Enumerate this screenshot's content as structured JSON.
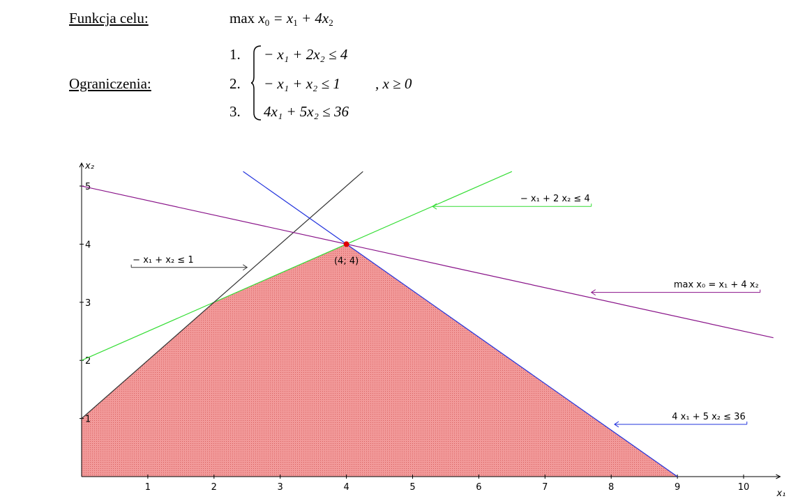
{
  "header": {
    "objective_label": "Funkcja celu:",
    "objective": {
      "prefix": "max",
      "x0": "x",
      "x0_sub": "0",
      "rhs": "= x",
      "rhs_sub1": "1",
      "plus": "+ 4x",
      "rhs_sub2": "2"
    },
    "constraints_label": "Ograniczenia:",
    "constraints": [
      {
        "num": "1.",
        "text": "− x₁ + 2x₂ ≤ 4"
      },
      {
        "num": "2.",
        "text": "− x₁ + x₂ ≤ 1"
      },
      {
        "num": "3.",
        "text": "4x₁ + 5x₂ ≤ 36"
      }
    ],
    "nonneg": ", x ≥ 0"
  },
  "chart_data": {
    "type": "line",
    "xlabel": "x₁",
    "ylabel": "x₂",
    "xlim": [
      0,
      10.5
    ],
    "ylim": [
      0,
      5.3
    ],
    "x_ticks": [
      1,
      2,
      3,
      4,
      5,
      6,
      7,
      8,
      9,
      10
    ],
    "y_ticks": [
      1,
      2,
      3,
      4,
      5
    ],
    "lines": [
      {
        "name": "− x₁ + 2 x₂ ≤ 4",
        "color": "#33dd33",
        "points": [
          [
            0,
            2
          ],
          [
            6.5,
            5.25
          ]
        ]
      },
      {
        "name": "− x₁ + x₂ ≤ 1",
        "color": "#333333",
        "points": [
          [
            0,
            1
          ],
          [
            4.25,
            5.25
          ]
        ]
      },
      {
        "name": "4 x₁ + 5 x₂ ≤ 36",
        "color": "#2233dd",
        "points": [
          [
            2.44,
            5.25
          ],
          [
            9,
            0
          ]
        ]
      },
      {
        "name": "max x₀ = x₁ + 4 x₂",
        "color": "#881188",
        "points": [
          [
            0,
            5
          ],
          [
            10.45,
            2.39
          ]
        ]
      }
    ],
    "feasible_region": {
      "color": "#f08888",
      "vertices": [
        [
          0,
          0
        ],
        [
          0,
          1
        ],
        [
          2,
          3
        ],
        [
          4,
          4
        ],
        [
          9,
          0
        ]
      ]
    },
    "optimum": {
      "point": [
        4,
        4
      ],
      "label": "(4; 4)",
      "color": "#dd0000"
    },
    "annotations": [
      {
        "text": "− x₁ + 2 x₂ ≤ 4",
        "arrow_to": [
          5.3,
          4.65
        ],
        "arrow_from": [
          7.7,
          4.65
        ],
        "color": "#33dd33"
      },
      {
        "text": "− x₁ + x₂ ≤ 1",
        "arrow_to": [
          2.5,
          3.6
        ],
        "arrow_from": [
          0.75,
          3.6
        ],
        "color": "#333333"
      },
      {
        "text": "max x₀ = x₁ + 4 x₂",
        "arrow_to": [
          7.7,
          3.17
        ],
        "arrow_from": [
          10.25,
          3.17
        ],
        "color": "#881188"
      },
      {
        "text": "4 x₁ + 5 x₂ ≤ 36",
        "arrow_to": [
          8.05,
          0.9
        ],
        "arrow_from": [
          10.05,
          0.9
        ],
        "color": "#2233dd"
      }
    ]
  }
}
